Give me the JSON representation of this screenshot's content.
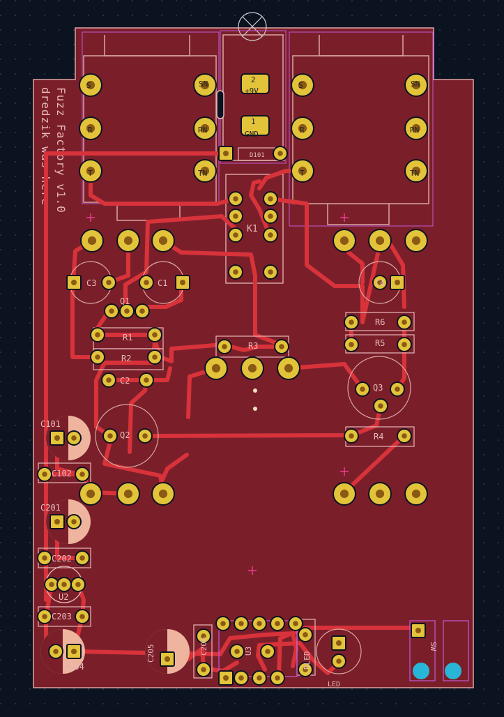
{
  "board": {
    "title": "Fuzz Factory v1.0",
    "author": "dredzik was here",
    "colors": {
      "background": "#0b1220",
      "copper": "#7a1f2a",
      "trace": "#d8323a",
      "pad": "#e3c33a",
      "silkscreen": "#e7b8ba",
      "courtyard": "#c25ad6",
      "fab": "#d9a7a0",
      "via_blue": "#29b6d6",
      "marker": "#ff3fa0"
    }
  },
  "labels": {
    "jack_in": {
      "sn": "SN",
      "rn": "RN",
      "tn": "TN",
      "r": "R",
      "t": "T",
      "s": "S"
    },
    "jack_out": {
      "sn": "SN",
      "rn": "RN",
      "tn": "TN",
      "r": "R",
      "t": "T",
      "s": "S"
    },
    "power_pin2": "2",
    "power_pin2_net": "+9V",
    "power_pin1": "1",
    "power_pin1_net": "GND",
    "d101": "D101",
    "k1": "K1",
    "c1": "C1",
    "c2": "C2",
    "c3": "C3",
    "c4": "C4",
    "q1": "Q1",
    "q2": "Q2",
    "q3": "Q3",
    "r1": "R1",
    "r2": "R2",
    "r3": "R3",
    "r4": "R4",
    "r5": "R5",
    "r6": "R6",
    "c101": "C101",
    "c102": "C102",
    "c201": "C201",
    "c202": "C202",
    "c203": "C203",
    "c204": "C204",
    "c205": "C205",
    "c206": "C206",
    "u2": "U2",
    "u3": "U3",
    "rled": "RLED",
    "led": "LED",
    "sw": "SW"
  }
}
